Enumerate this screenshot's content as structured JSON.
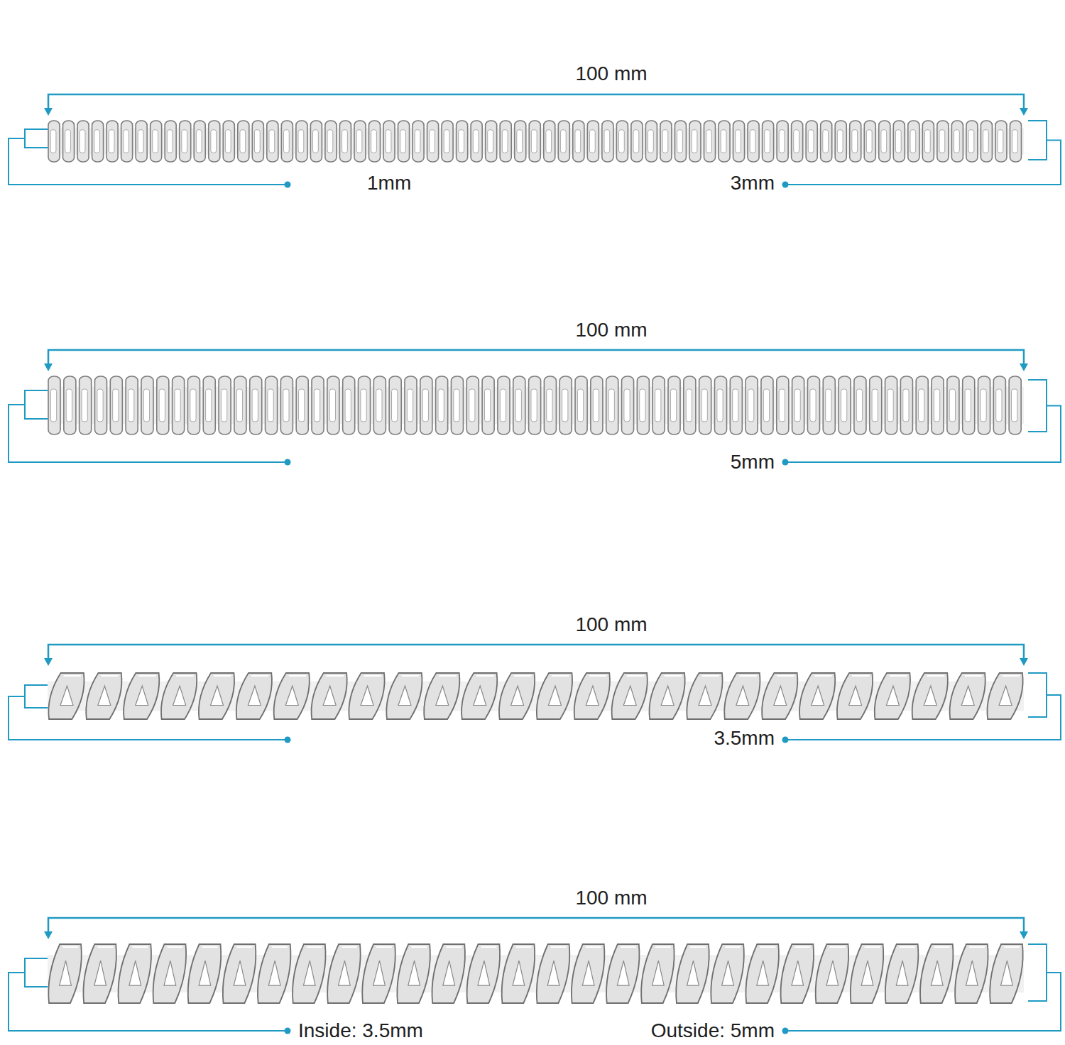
{
  "diagram": {
    "labels": [
      "100 mm",
      "1mm",
      "3mm",
      "100 mm",
      "5mm",
      "100 mm",
      "3.5mm",
      "100 mm",
      "Inside: 3.5mm",
      "Outside: 5mm"
    ]
  }
}
